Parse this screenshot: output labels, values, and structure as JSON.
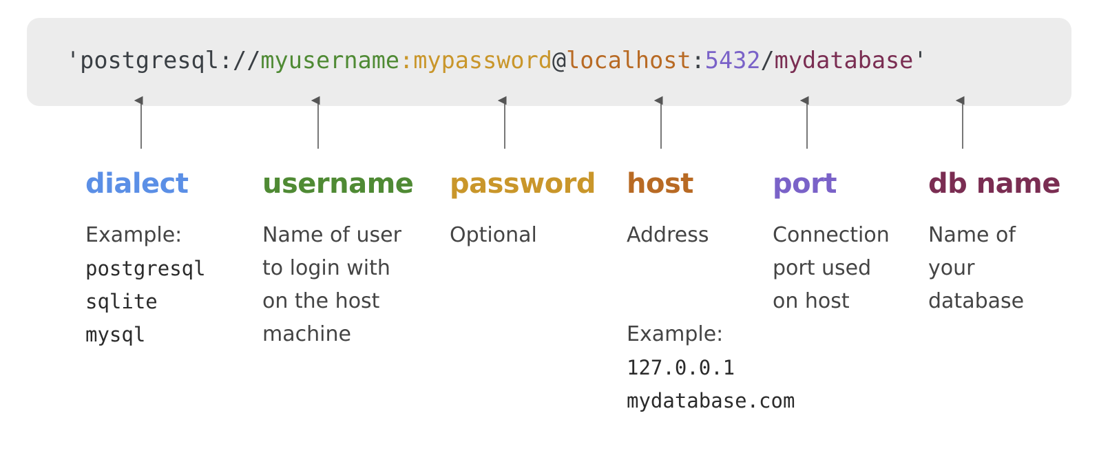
{
  "url": {
    "segments": [
      {
        "key": "quote_open",
        "text": "'",
        "color": "#3a3f44"
      },
      {
        "key": "dialect",
        "text": "postgresql",
        "color": "#3a3f44"
      },
      {
        "key": "sep_scheme",
        "text": "://",
        "color": "#3a3f44"
      },
      {
        "key": "username",
        "text": "myusername",
        "color": "#4f8a34"
      },
      {
        "key": "sep_colon1",
        "text": ":",
        "color": "#c9962a"
      },
      {
        "key": "password",
        "text": "mypassword",
        "color": "#c9962a"
      },
      {
        "key": "sep_at",
        "text": "@",
        "color": "#3a3f44"
      },
      {
        "key": "host",
        "text": "localhost",
        "color": "#b86a24"
      },
      {
        "key": "sep_colon2",
        "text": ":",
        "color": "#3a3f44"
      },
      {
        "key": "port",
        "text": "5432",
        "color": "#7a62c8"
      },
      {
        "key": "sep_slash",
        "text": "/",
        "color": "#3a3f44"
      },
      {
        "key": "dbname",
        "text": "mydatabase",
        "color": "#7a2d52"
      },
      {
        "key": "quote_close",
        "text": "'",
        "color": "#3a3f44"
      }
    ]
  },
  "parts": {
    "dialect": {
      "title": "dialect",
      "color": "#5b8fe6",
      "desc": [
        "Example:"
      ],
      "examples": [
        "postgresql",
        "sqlite",
        "mysql"
      ]
    },
    "username": {
      "title": "username",
      "color": "#4f8a34",
      "desc": [
        "Name of user",
        "to login with",
        "on the host",
        "machine"
      ]
    },
    "password": {
      "title": "password",
      "color": "#c9962a",
      "desc": [
        "Optional"
      ]
    },
    "host": {
      "title": "host",
      "color": "#b86a24",
      "desc": [
        "Address"
      ],
      "example_label": "Example:",
      "examples": [
        "127.0.0.1",
        "mydatabase.com"
      ]
    },
    "port": {
      "title": "port",
      "color": "#7a62c8",
      "desc": [
        "Connection",
        "port used",
        "on host"
      ]
    },
    "dbname": {
      "title": "db name",
      "color": "#7a2d52",
      "desc": [
        "Name of",
        "your",
        "database"
      ]
    }
  }
}
